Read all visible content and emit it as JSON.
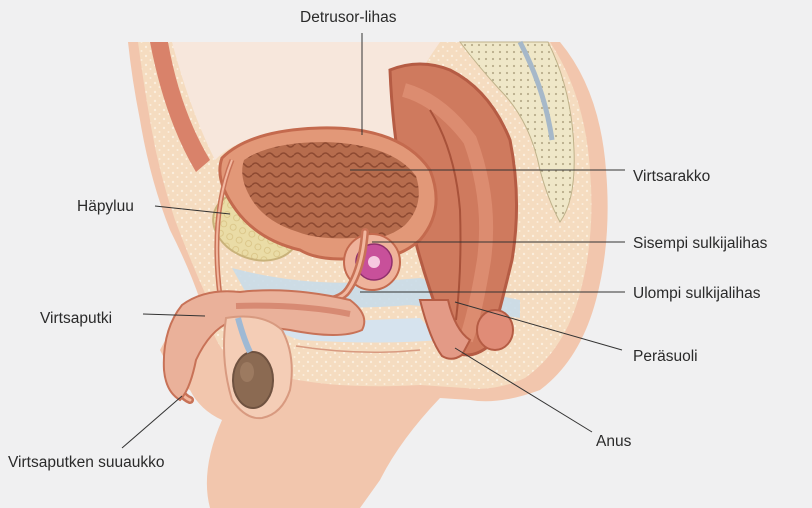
{
  "labels": {
    "detrusor": "Detrusor-lihas",
    "virtsarakko": "Virtsarakko",
    "hapyluu": "Häpyluu",
    "sisempi": "Sisempi sulkijalihas",
    "ulompi": "Ulompi sulkijalihas",
    "virtsaputki": "Virtsaputki",
    "perasuoli": "Peräsuoli",
    "anus": "Anus",
    "suuaukko": "Virtsaputken suuaukko"
  },
  "colors": {
    "background": "#f0f0f1",
    "skin": "#f2c6ad",
    "fat": "#f5dcc0",
    "muscle": "#d9826a",
    "bladder_wall": "#e29878",
    "bladder_lumen": "#b36a4c",
    "bone": "#eadca6",
    "rectum": "#cf7a5e",
    "spine": "#efe7c8",
    "blue_fascia": "#c9dbe9",
    "prostate": "#c8509a",
    "line": "#333333"
  }
}
